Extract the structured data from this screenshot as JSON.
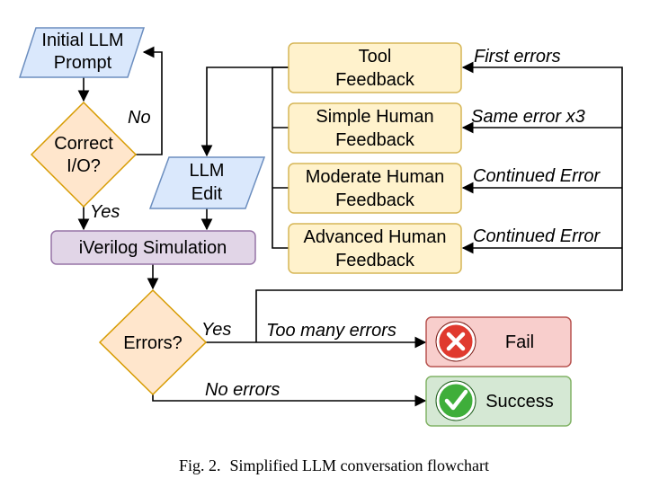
{
  "nodes": {
    "initial_prompt": [
      "Initial LLM",
      "Prompt"
    ],
    "correct_io": [
      "Correct",
      "I/O?"
    ],
    "llm_edit": [
      "LLM",
      "Edit"
    ],
    "simulation": "iVerilog Simulation",
    "errors": "Errors?",
    "tool_feedback": [
      "Tool",
      "Feedback"
    ],
    "simple_feedback": [
      "Simple Human",
      "Feedback"
    ],
    "moderate_feedback": [
      "Moderate Human",
      "Feedback"
    ],
    "advanced_feedback": [
      "Advanced Human",
      "Feedback"
    ],
    "fail": "Fail",
    "success": "Success"
  },
  "edge_labels": {
    "no": "No",
    "yes_io": "Yes",
    "yes_errors": "Yes",
    "first_errors": "First errors",
    "same_error": "Same error x3",
    "continued_1": "Continued Error",
    "continued_2": "Continued Error",
    "too_many": "Too many errors",
    "no_errors": "No errors"
  },
  "caption": {
    "figure": "Fig. 2.",
    "text": "Simplified LLM conversation flowchart"
  },
  "icons": {
    "fail": "x-circle-icon",
    "success": "check-circle-icon"
  },
  "colors": {
    "io_fill": "#dae8fc",
    "io_stroke": "#6c8ebf",
    "decision_fill": "#ffe6cc",
    "decision_stroke": "#d79b00",
    "process_fill": "#e1d5e7",
    "process_stroke": "#9673a6",
    "feedback_fill": "#fff2cc",
    "feedback_stroke": "#d6b656",
    "fail_fill": "#f8cecc",
    "fail_stroke": "#b85450",
    "success_fill": "#d5e8d4",
    "success_stroke": "#82b366"
  }
}
